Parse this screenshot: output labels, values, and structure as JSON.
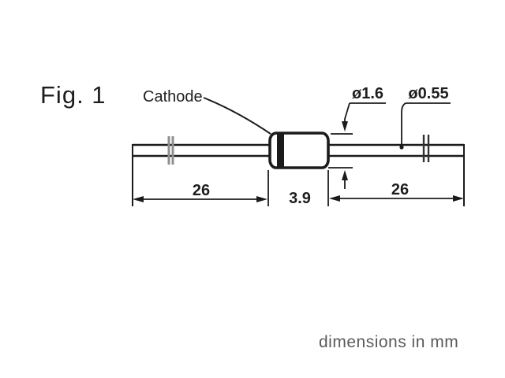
{
  "figure": {
    "title": "Fig. 1",
    "units_note": "dimensions in mm"
  },
  "diode": {
    "cathode_label": "Cathode",
    "body_diameter": "ø1.6",
    "lead_diameter": "ø0.55",
    "left_lead_length": "26",
    "body_length": "3.9",
    "right_lead_length": "26"
  },
  "colors": {
    "line": "#1b1b1b",
    "note_text": "#5a5a5a",
    "break_mark_left": "#8f8f8f",
    "break_mark_right": "#333333",
    "background": "#ffffff"
  }
}
